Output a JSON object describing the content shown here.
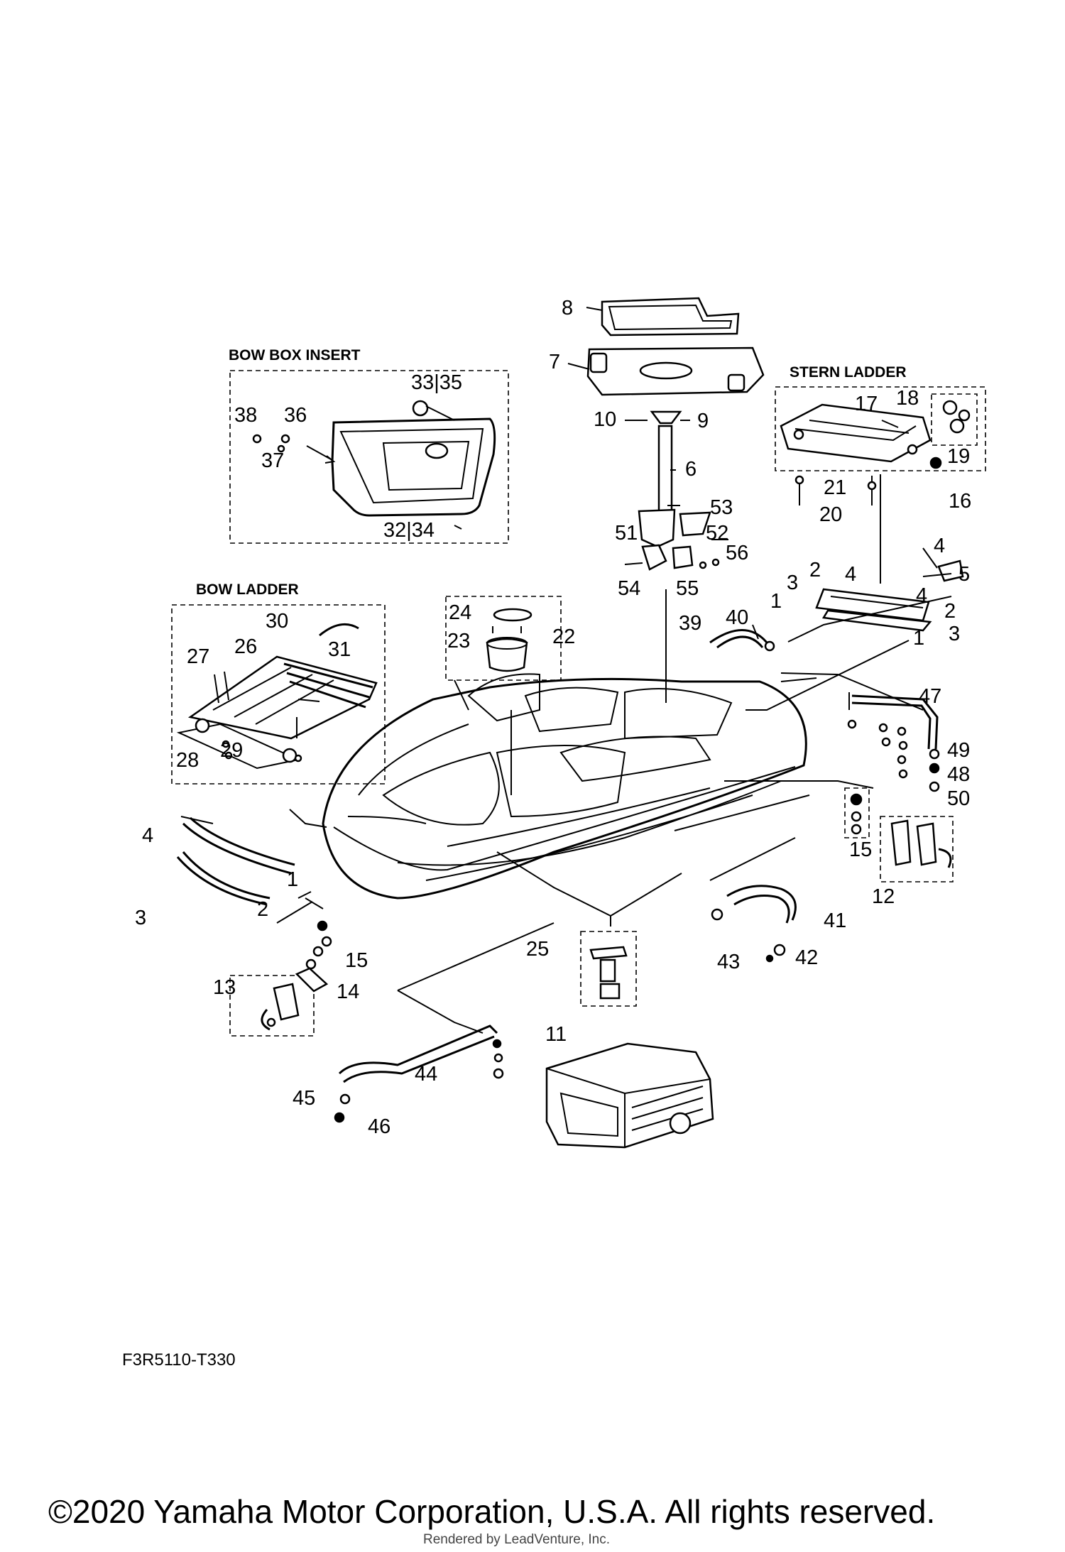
{
  "sections": {
    "bow_box_insert": "BOW BOX INSERT",
    "stern_ladder": "STERN LADDER",
    "bow_ladder": "BOW LADDER"
  },
  "callouts": [
    {
      "id": "c8",
      "label": "8"
    },
    {
      "id": "c7",
      "label": "7"
    },
    {
      "id": "c10",
      "label": "10"
    },
    {
      "id": "c9",
      "label": "9"
    },
    {
      "id": "c6",
      "label": "6"
    },
    {
      "id": "c53",
      "label": "53"
    },
    {
      "id": "c51",
      "label": "51"
    },
    {
      "id": "c52",
      "label": "52"
    },
    {
      "id": "c56",
      "label": "56"
    },
    {
      "id": "c54",
      "label": "54"
    },
    {
      "id": "c55",
      "label": "55"
    },
    {
      "id": "c33_35",
      "label": "33|35"
    },
    {
      "id": "c38",
      "label": "38"
    },
    {
      "id": "c36",
      "label": "36"
    },
    {
      "id": "c37",
      "label": "37"
    },
    {
      "id": "c32_34",
      "label": "32|34"
    },
    {
      "id": "c17",
      "label": "17"
    },
    {
      "id": "c18",
      "label": "18"
    },
    {
      "id": "c19",
      "label": "19"
    },
    {
      "id": "c21",
      "label": "21"
    },
    {
      "id": "c20",
      "label": "20"
    },
    {
      "id": "c16",
      "label": "16"
    },
    {
      "id": "c4a",
      "label": "4"
    },
    {
      "id": "c5",
      "label": "5"
    },
    {
      "id": "c3a",
      "label": "3"
    },
    {
      "id": "c2a",
      "label": "2"
    },
    {
      "id": "c4b",
      "label": "4"
    },
    {
      "id": "c4c",
      "label": "4"
    },
    {
      "id": "c1a",
      "label": "1"
    },
    {
      "id": "c2b",
      "label": "2"
    },
    {
      "id": "c3b",
      "label": "3"
    },
    {
      "id": "c1b",
      "label": "1"
    },
    {
      "id": "c30",
      "label": "30"
    },
    {
      "id": "c31",
      "label": "31"
    },
    {
      "id": "c27",
      "label": "27"
    },
    {
      "id": "c26",
      "label": "26"
    },
    {
      "id": "c28",
      "label": "28"
    },
    {
      "id": "c29",
      "label": "29"
    },
    {
      "id": "c24",
      "label": "24"
    },
    {
      "id": "c23",
      "label": "23"
    },
    {
      "id": "c22",
      "label": "22"
    },
    {
      "id": "c39",
      "label": "39"
    },
    {
      "id": "c40",
      "label": "40"
    },
    {
      "id": "c47",
      "label": "47"
    },
    {
      "id": "c49",
      "label": "49"
    },
    {
      "id": "c48",
      "label": "48"
    },
    {
      "id": "c50",
      "label": "50"
    },
    {
      "id": "c15a",
      "label": "15"
    },
    {
      "id": "c12",
      "label": "12"
    },
    {
      "id": "c4d",
      "label": "4"
    },
    {
      "id": "c3c",
      "label": "3"
    },
    {
      "id": "c2c",
      "label": "2"
    },
    {
      "id": "c1c",
      "label": "1"
    },
    {
      "id": "c41",
      "label": "41"
    },
    {
      "id": "c43",
      "label": "43"
    },
    {
      "id": "c42",
      "label": "42"
    },
    {
      "id": "c25",
      "label": "25"
    },
    {
      "id": "c15b",
      "label": "15"
    },
    {
      "id": "c13",
      "label": "13"
    },
    {
      "id": "c14",
      "label": "14"
    },
    {
      "id": "c11",
      "label": "11"
    },
    {
      "id": "c44",
      "label": "44"
    },
    {
      "id": "c45",
      "label": "45"
    },
    {
      "id": "c46",
      "label": "46"
    }
  ],
  "diagram_code": "F3R5110-T330",
  "copyright": "©2020 Yamaha Motor Corporation, U.S.A. All rights reserved.",
  "rendered_by": "Rendered by LeadVenture, Inc."
}
